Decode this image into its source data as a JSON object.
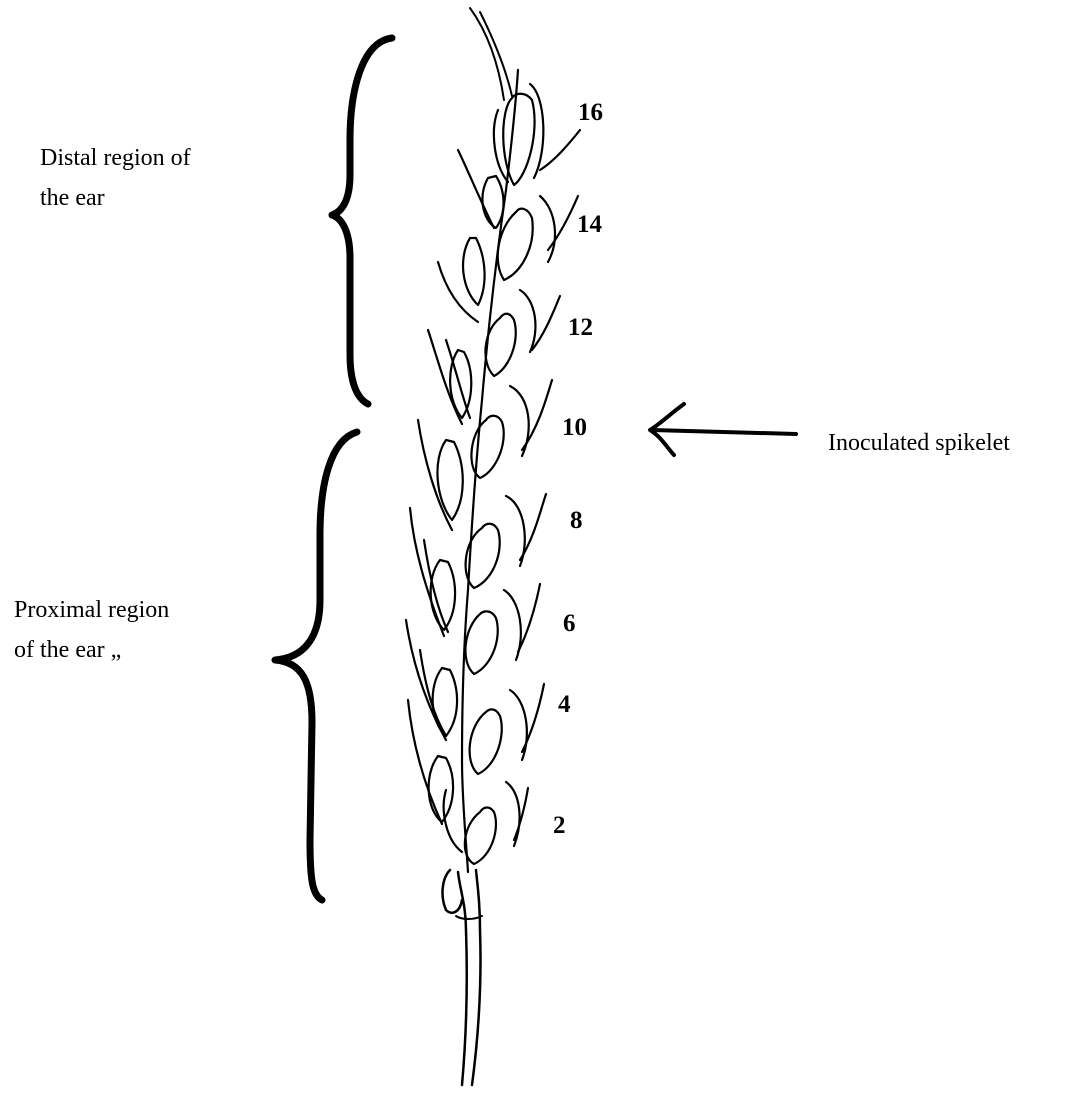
{
  "labels": {
    "distal": [
      "Distal region of",
      "the ear"
    ],
    "proximal": [
      "Proximal region",
      "of the ear  „"
    ],
    "inoculated": "Inoculated spikelet"
  },
  "spikelet_numbers": [
    "16",
    "14",
    "12",
    "10",
    "8",
    "6",
    "4",
    "2"
  ],
  "colors": {
    "ink": "#000000",
    "background": "#ffffff"
  }
}
